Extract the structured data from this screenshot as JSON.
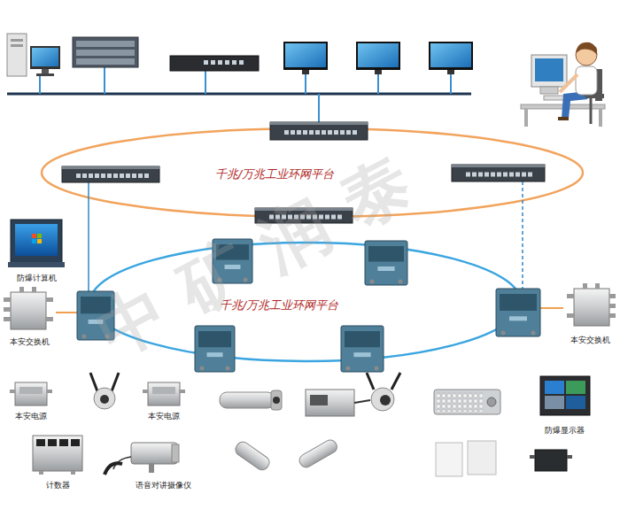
{
  "diagram": {
    "nodes": [
      {
        "text": [
          "千兆/万兆工业环网平台"
        ]
      },
      {
        "text": [
          "千兆/万兆工业环网平台"
        ]
      },
      {
        "text": [
          "防爆计算机"
        ]
      },
      {
        "text": [
          "本安交换机"
        ]
      },
      {
        "text": [
          "本安交换机"
        ]
      },
      {
        "text": [
          "本安电源"
        ]
      },
      {
        "text": [
          "本安电源"
        ]
      },
      {
        "text": [
          "防爆显示器"
        ]
      },
      {
        "text": [
          "计数器"
        ]
      },
      {
        "text": [
          "语音对讲摄像仪"
        ]
      }
    ],
    "edges": [
      {
        "from": 0,
        "to": 1,
        "arrow": "none"
      },
      {
        "from": 0,
        "to": 1,
        "arrow": "none"
      },
      {
        "from": 3,
        "to": 1,
        "arrow": "none"
      },
      {
        "from": 1,
        "to": 4,
        "arrow": "none"
      }
    ],
    "labels": [
      "中矿润泰"
    ]
  }
}
